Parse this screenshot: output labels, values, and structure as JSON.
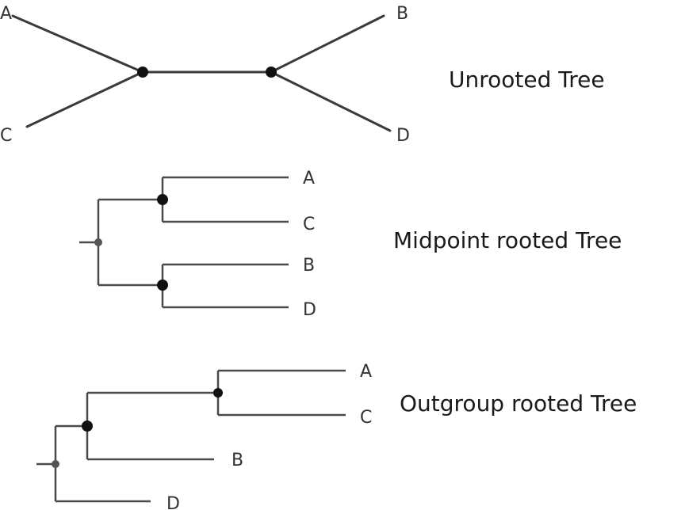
{
  "unrooted": {
    "title": "Unrooted Tree",
    "leaves": {
      "a": "A",
      "b": "B",
      "c": "C",
      "d": "D"
    }
  },
  "midpoint": {
    "title": "Midpoint rooted Tree",
    "leaves": {
      "a": "A",
      "c": "C",
      "b": "B",
      "d": "D"
    }
  },
  "outgroup": {
    "title": "Outgroup rooted Tree",
    "leaves": {
      "a": "A",
      "c": "C",
      "b": "B",
      "d": "D"
    }
  }
}
